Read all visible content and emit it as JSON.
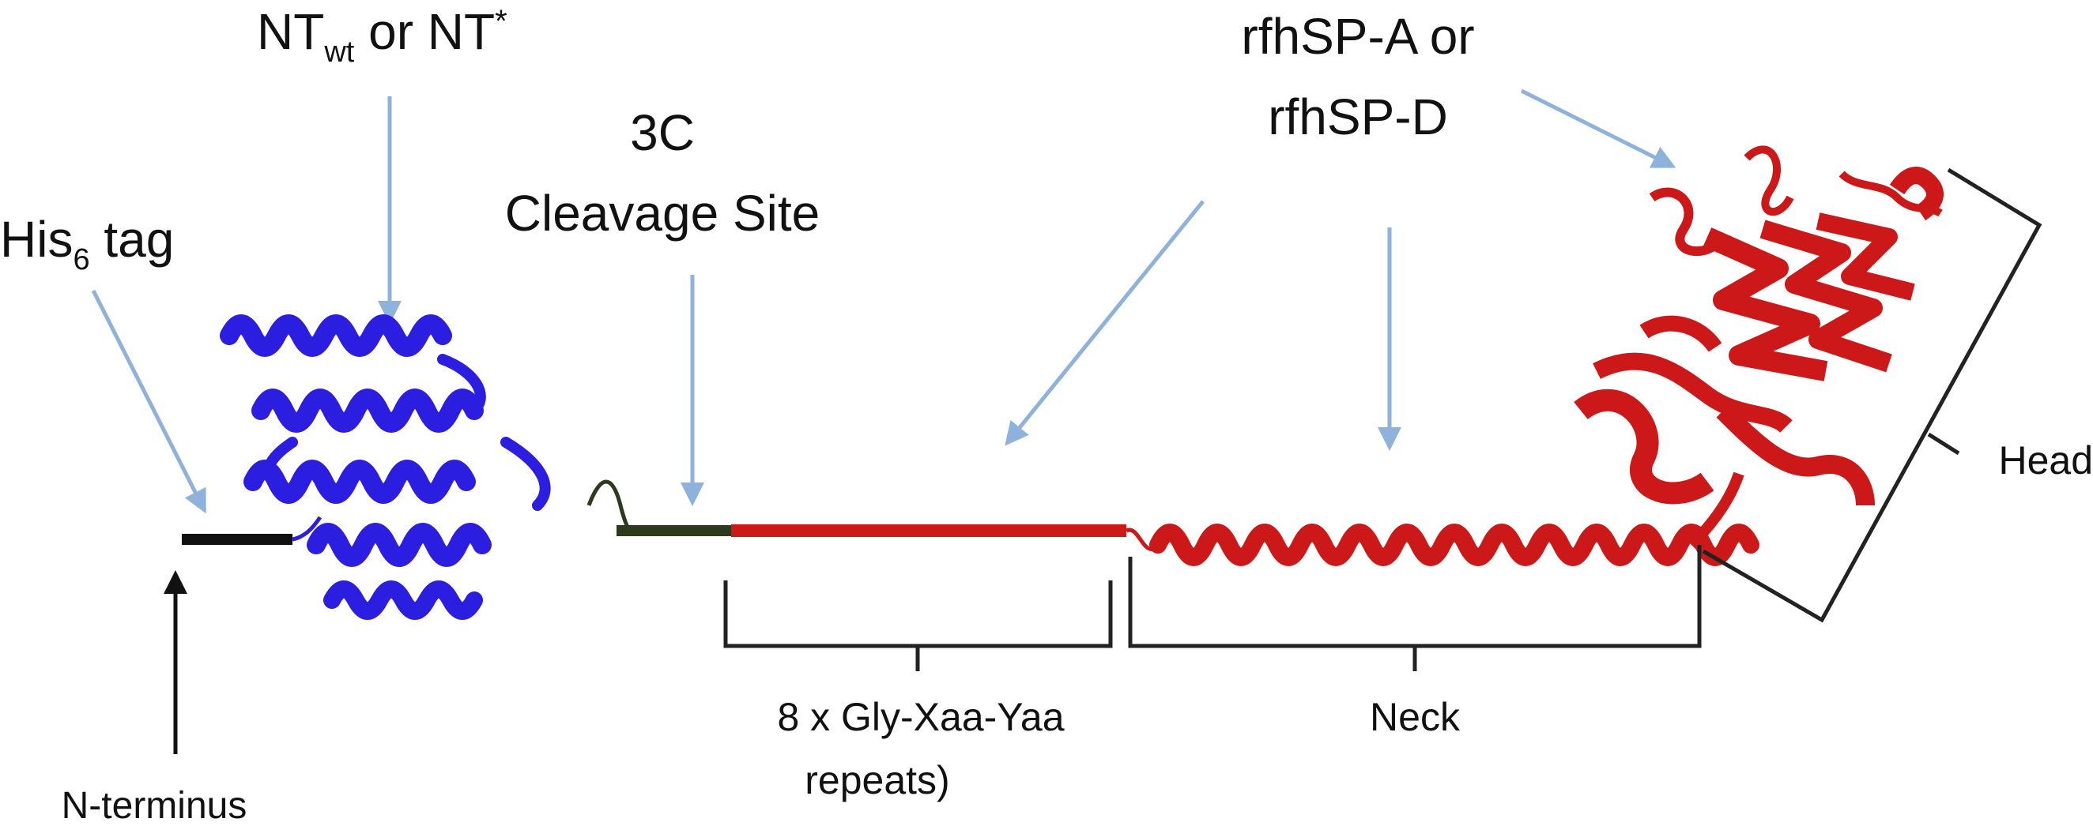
{
  "labels": {
    "his_tag_main": "His",
    "his_tag_sub": "6",
    "his_tag_rest": " tag",
    "nt_prefix": "NT",
    "nt_sub": "wt",
    "nt_mid": " or NT",
    "nt_star": "*",
    "cleavage_line1": "3C",
    "cleavage_line2": "Cleavage Site",
    "rfhsp_line1": "rfhSP-A or",
    "rfhsp_line2": "rfhSP-D",
    "n_terminus": "N-terminus",
    "repeats_line1": "8 x Gly-Xaa-Yaa",
    "repeats_line2": "repeats)",
    "neck": "Neck",
    "head": "Head"
  },
  "colors": {
    "nt_domain": "#2b1ee0",
    "surfactant_protein": "#cc1818",
    "his_tag": "#111111",
    "cleavage_linker": "#2e3a1c",
    "pointer_arrows": "#8fb2dc"
  }
}
